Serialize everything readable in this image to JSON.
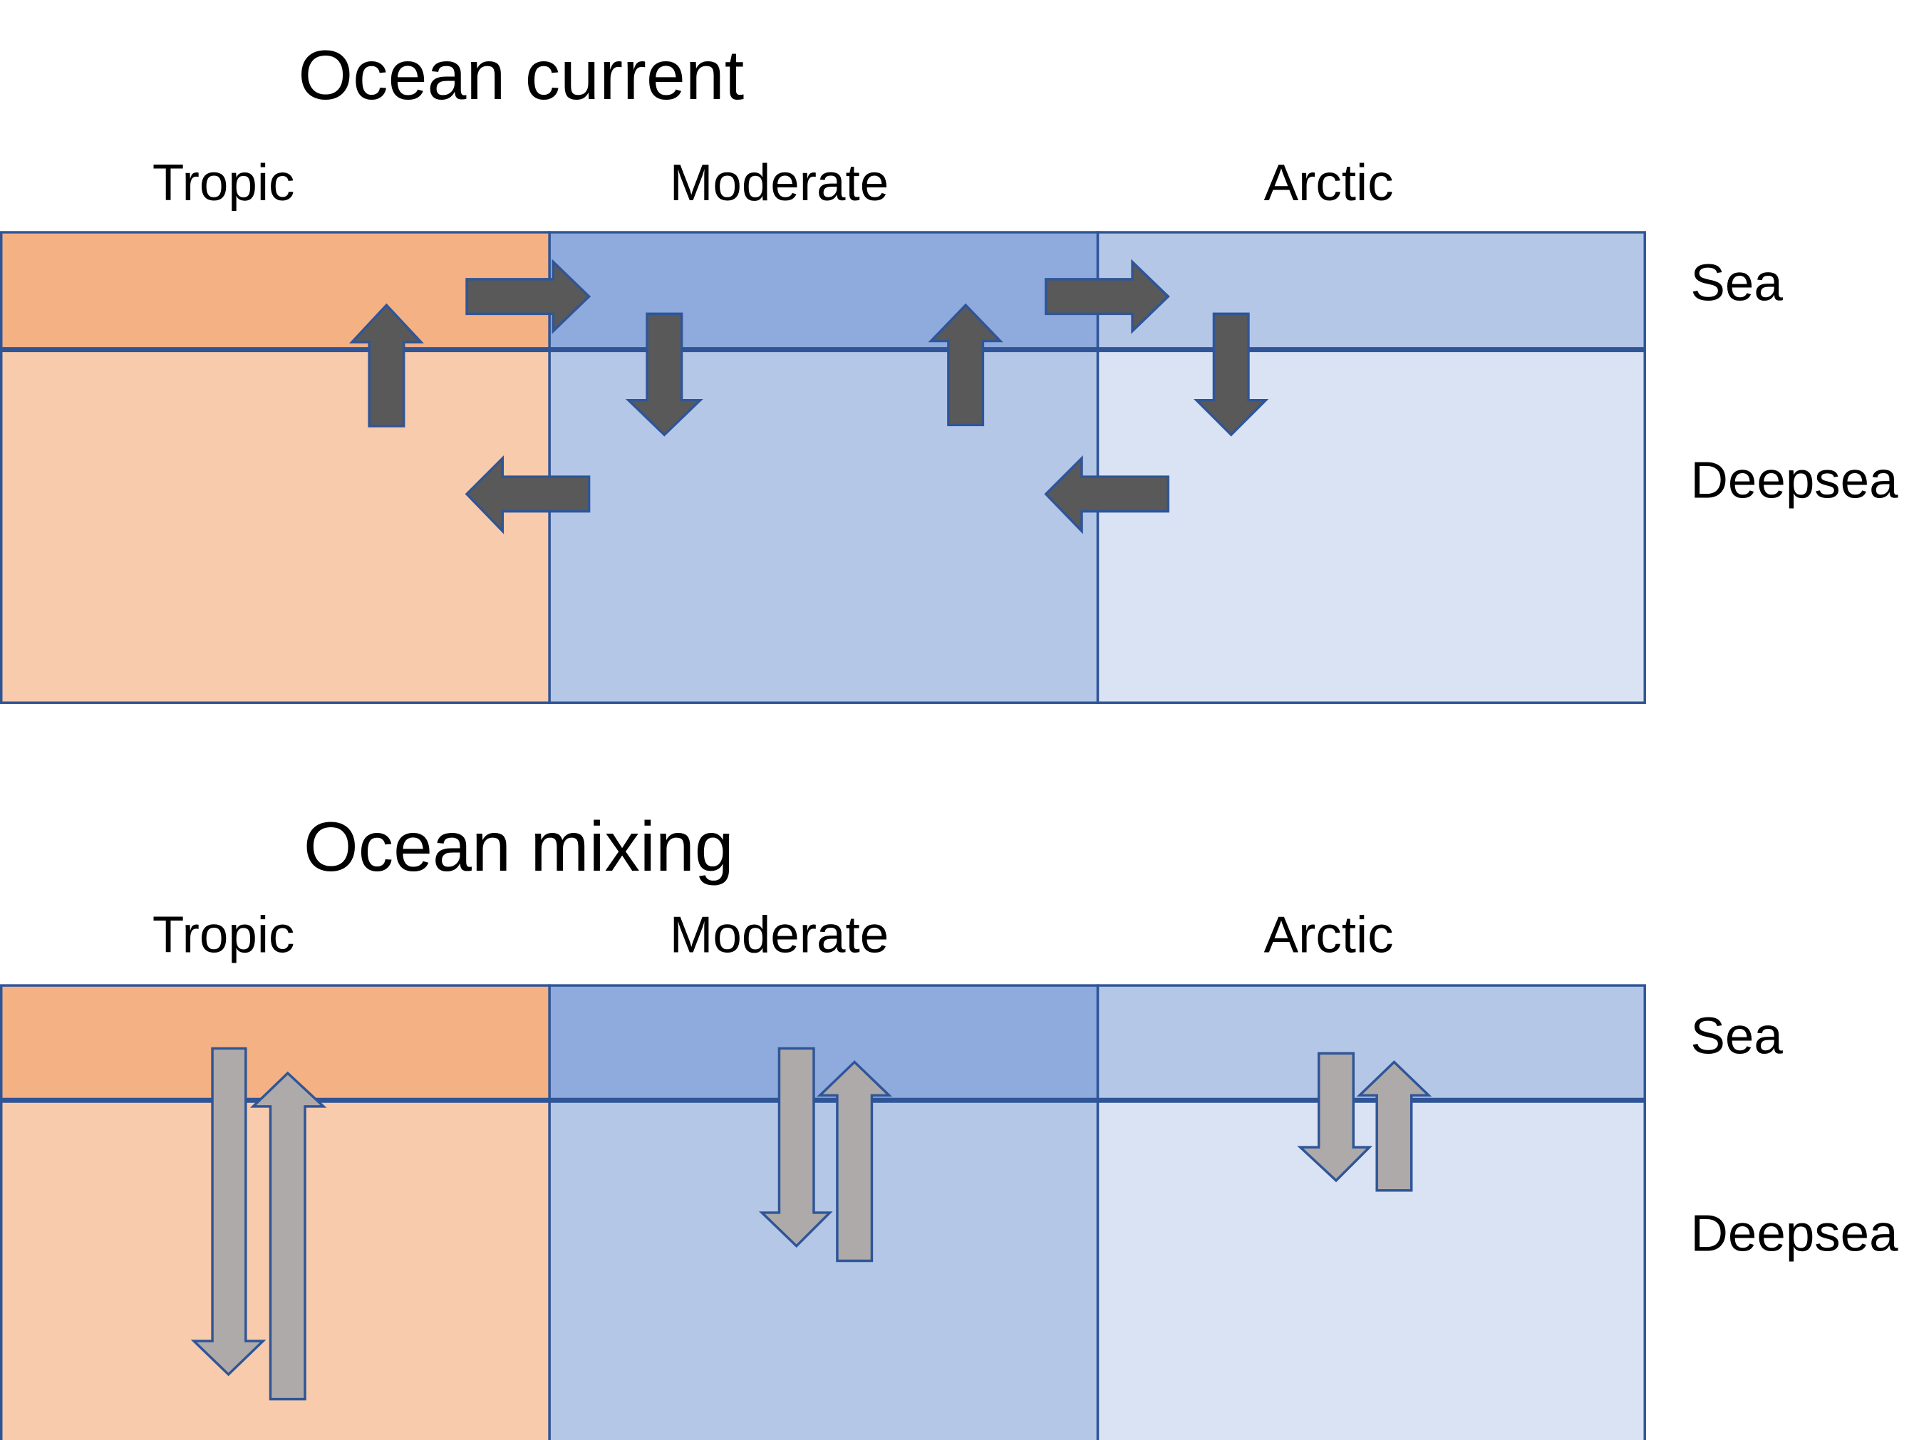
{
  "colors": {
    "tropic_sea": "#F4B183",
    "tropic_deep": "#F8CBAD",
    "moderate_sea": "#8FAADC",
    "moderate_deep": "#B4C7E7",
    "arctic_sea": "#B4C7E7",
    "arctic_deep": "#DAE3F3",
    "border": "#2F5597",
    "current_arrow": "#595959",
    "mixing_arrow": "#AEAAAA"
  },
  "panels": [
    {
      "title": "Ocean current",
      "zones": [
        "Tropic",
        "Moderate",
        "Arctic"
      ],
      "layers": [
        "Sea",
        "Deepsea"
      ],
      "arrow_style": "current",
      "arrows": [
        {
          "from": "Tropic deepsea",
          "to": "Tropic sea",
          "direction": "up"
        },
        {
          "from": "Tropic sea",
          "to": "Moderate sea",
          "direction": "right"
        },
        {
          "from": "Moderate sea",
          "to": "Moderate deepsea",
          "direction": "down"
        },
        {
          "from": "Moderate deepsea",
          "to": "Moderate sea",
          "direction": "up"
        },
        {
          "from": "Moderate sea",
          "to": "Arctic sea",
          "direction": "right"
        },
        {
          "from": "Arctic sea",
          "to": "Arctic deepsea",
          "direction": "down"
        },
        {
          "from": "Moderate deepsea",
          "to": "Tropic deepsea",
          "direction": "left"
        },
        {
          "from": "Arctic deepsea",
          "to": "Moderate deepsea",
          "direction": "left"
        }
      ]
    },
    {
      "title": "Ocean mixing",
      "zones": [
        "Tropic",
        "Moderate",
        "Arctic"
      ],
      "layers": [
        "Sea",
        "Deepsea"
      ],
      "arrow_style": "mixing",
      "arrows": [
        {
          "zone": "Tropic",
          "direction": "down",
          "depth": "deep"
        },
        {
          "zone": "Tropic",
          "direction": "up",
          "depth": "deep"
        },
        {
          "zone": "Moderate",
          "direction": "down",
          "depth": "medium"
        },
        {
          "zone": "Moderate",
          "direction": "up",
          "depth": "medium"
        },
        {
          "zone": "Arctic",
          "direction": "down",
          "depth": "shallow"
        },
        {
          "zone": "Arctic",
          "direction": "up",
          "depth": "shallow"
        }
      ]
    }
  ]
}
